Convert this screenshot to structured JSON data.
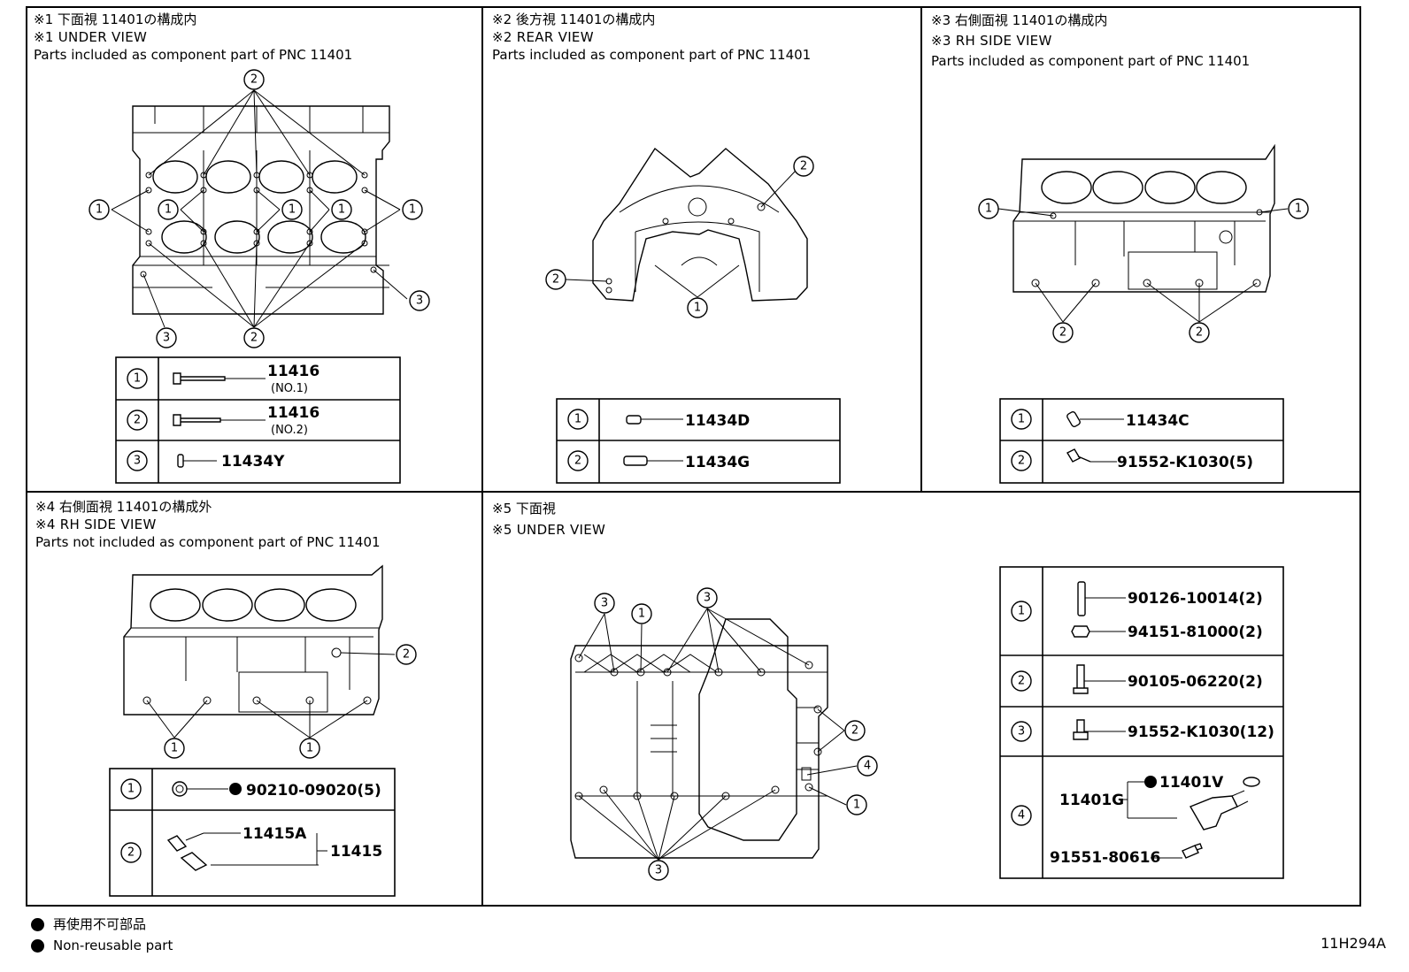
{
  "panels": [
    {
      "id": "p1",
      "title_jp": "※1 下面視 11401の構成内",
      "title_en": "※1 UNDER VIEW",
      "note": "Parts included as component part of PNC 11401",
      "parts": [
        {
          "ref": "1",
          "number": "11416",
          "sub": "(NO.1)"
        },
        {
          "ref": "2",
          "number": "11416",
          "sub": "(NO.2)"
        },
        {
          "ref": "3",
          "number": "11434Y",
          "sub": ""
        }
      ]
    },
    {
      "id": "p2",
      "title_jp": "※2 後方視 11401の構成内",
      "title_en": "※2 REAR VIEW",
      "note": "Parts included as component part of PNC 11401",
      "parts": [
        {
          "ref": "1",
          "number": "11434D"
        },
        {
          "ref": "2",
          "number": "11434G"
        }
      ]
    },
    {
      "id": "p3",
      "title_jp": "※3 右側面視 11401の構成内",
      "title_en": "※3 RH SIDE VIEW",
      "note": "Parts included as component part of PNC 11401",
      "parts": [
        {
          "ref": "1",
          "number": "11434C"
        },
        {
          "ref": "2",
          "number": "91552-K1030(5)"
        }
      ]
    },
    {
      "id": "p4",
      "title_jp": "※4 右側面視 11401の構成外",
      "title_en": "※4 RH SIDE VIEW",
      "note": "Parts not included as component part of PNC 11401",
      "parts": [
        {
          "ref": "1",
          "number": "90210-09020(5)"
        },
        {
          "ref": "2",
          "number_a": "11415A",
          "number_b": "11415"
        }
      ]
    },
    {
      "id": "p5",
      "title_jp": "※5 下面視",
      "title_en": "※5 UNDER VIEW",
      "note": "",
      "parts": [
        {
          "ref": "1",
          "number_a": "90126-10014(2)",
          "number_b": "94151-81000(2)"
        },
        {
          "ref": "2",
          "number": "90105-06220(2)"
        },
        {
          "ref": "3",
          "number": "91552-K1030(12)"
        },
        {
          "ref": "4",
          "number_a": "11401G",
          "number_b": "11401V",
          "number_c": "91551-80616"
        }
      ]
    }
  ],
  "legend": {
    "jp": "再使用不可部品",
    "en": "Non-reusable part"
  },
  "figure_code": "11H294A"
}
